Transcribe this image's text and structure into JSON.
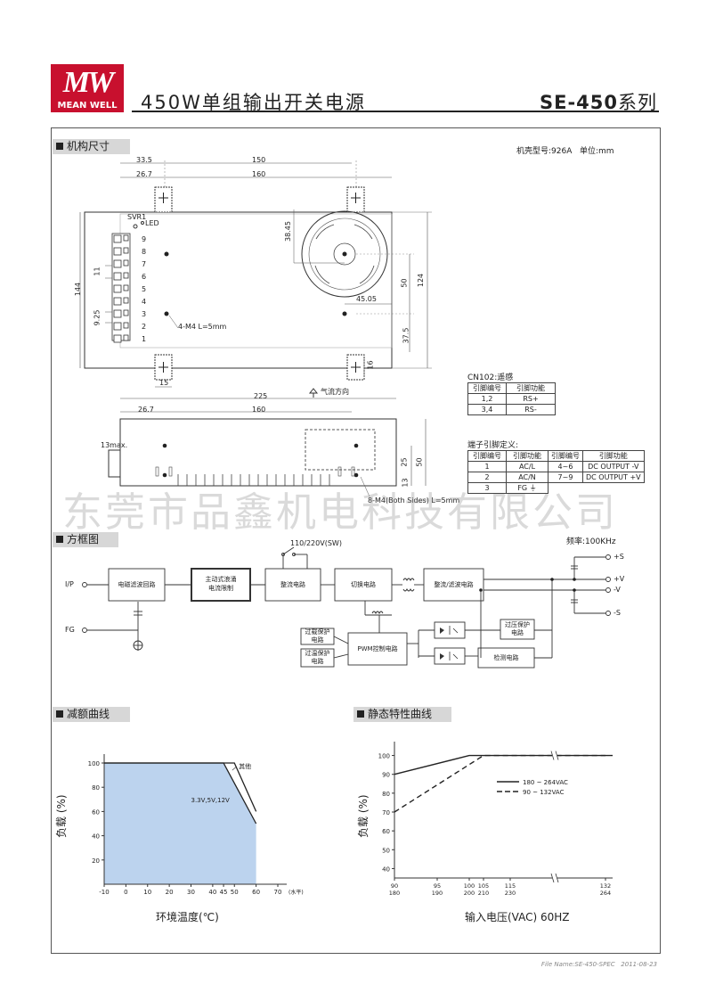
{
  "header": {
    "brand_mark": "MW",
    "brand_name": "MEAN WELL",
    "title": "450W单组输出开关电源",
    "series": "SE-450",
    "series_suffix": "系列"
  },
  "sections": {
    "mech": "机构尺寸",
    "block": "方框图",
    "derating": "减额曲线",
    "static": "静态特性曲线"
  },
  "mech": {
    "case_info": "机壳型号:926A   单位:mm",
    "dims": {
      "d33_5": "33.5",
      "d150": "150",
      "d26_7": "26.7",
      "d160": "160",
      "d144": "144",
      "d11": "11",
      "d9_25": "9.25",
      "d38_45": "38.45",
      "d45_05": "45.05",
      "d50": "50",
      "d124": "124",
      "d37_5": "37.5",
      "d15": "15",
      "d16": "16",
      "d225": "225",
      "d26_7b": "26.7",
      "d160b": "160",
      "d13max": "13max.",
      "d25": "25",
      "d50b": "50",
      "d13": "13"
    },
    "svr": "SVR1",
    "led": "LED",
    "terminals": [
      "9",
      "8",
      "7",
      "6",
      "5",
      "4",
      "3",
      "2",
      "1"
    ],
    "screw_note": "4-M4 L=5mm",
    "screw_note2": "8-M4(Both Sides) L=5mm",
    "airflow": "气流方向",
    "cn102_title": "CN102:遥感",
    "cn102_headers": [
      "引脚编号",
      "引脚功能"
    ],
    "cn102_rows": [
      [
        "1,2",
        "RS+"
      ],
      [
        "3,4",
        "RS-"
      ]
    ],
    "terminal_title": "端子引脚定义:",
    "terminal_headers": [
      "引脚编号",
      "引脚功能",
      "引脚编号",
      "引脚功能"
    ],
    "terminal_rows": [
      [
        "1",
        "AC/L",
        "4~6",
        "DC OUTPUT -V"
      ],
      [
        "2",
        "AC/N",
        "7~9",
        "DC OUTPUT +V"
      ],
      [
        "3",
        "FG ⏚",
        "",
        ""
      ]
    ]
  },
  "watermark": "东莞市品鑫机电科技有限公司",
  "block": {
    "freq": "频率:100KHz",
    "ip": "I/P",
    "fg": "FG",
    "switch": "110/220V(SW)",
    "emi": "电磁滤波回路",
    "inrush_1": "主动式浪涌",
    "inrush_2": "电流限制",
    "rect": "整流电路",
    "switching": "切换电路",
    "out_rect": "整流/滤波电路",
    "ovp_1": "过载保护",
    "ovp_2": "电路",
    "otp_1": "过温保护",
    "otp_2": "电路",
    "pwm": "PWM控制电路",
    "ovp2_1": "过压保护",
    "ovp2_2": "电路",
    "detect": "检测电路",
    "out_s_plus": "+S",
    "out_v_plus": "+V",
    "out_v_minus": "-V",
    "out_s_minus": "-S"
  },
  "derating": {
    "ylabel": "负载 (%)",
    "xlabel": "环境温度(℃)",
    "x_unit": "(水平)",
    "label_other": "其他",
    "label_low": "3.3V,5V,12V",
    "x_ticks": [
      "-10",
      "0",
      "10",
      "20",
      "30",
      "40",
      "45",
      "50",
      "60",
      "70"
    ],
    "y_ticks": [
      "100",
      "80",
      "60",
      "40",
      "20"
    ]
  },
  "static": {
    "ylabel": "负载 (%)",
    "xlabel": "输入电压(VAC) 60HZ",
    "legend_solid": "180 ~ 264VAC",
    "legend_dashed": "90 ~ 132VAC",
    "y_ticks": [
      "100",
      "90",
      "80",
      "70",
      "60",
      "50",
      "40"
    ],
    "x_ticks_top": [
      "90",
      "95",
      "100",
      "105",
      "115",
      "132"
    ],
    "x_ticks_bottom": [
      "180",
      "190",
      "200",
      "210",
      "230",
      "264"
    ]
  },
  "footer": "File Name:SE-450-SPEC   2011-08-23",
  "chart_data": [
    {
      "type": "area",
      "title": "",
      "xlabel": "环境温度(℃)",
      "ylabel": "负载 (%)",
      "xlim": [
        -10,
        70
      ],
      "ylim": [
        0,
        100
      ],
      "series": [
        {
          "name": "其他",
          "x": [
            -10,
            50,
            60
          ],
          "y": [
            100,
            100,
            60
          ]
        },
        {
          "name": "3.3V,5V,12V",
          "x": [
            -10,
            45,
            60
          ],
          "y": [
            100,
            100,
            50
          ]
        }
      ]
    },
    {
      "type": "line",
      "title": "",
      "xlabel": "输入电压(VAC) 60HZ",
      "ylabel": "负载 (%)",
      "ylim": [
        40,
        100
      ],
      "series": [
        {
          "name": "180 ~ 264VAC",
          "x": [
            180,
            200,
            264
          ],
          "y": [
            90,
            100,
            100
          ]
        },
        {
          "name": "90 ~ 132VAC",
          "x": [
            90,
            105,
            132
          ],
          "y": [
            70,
            100,
            100
          ]
        }
      ]
    }
  ]
}
